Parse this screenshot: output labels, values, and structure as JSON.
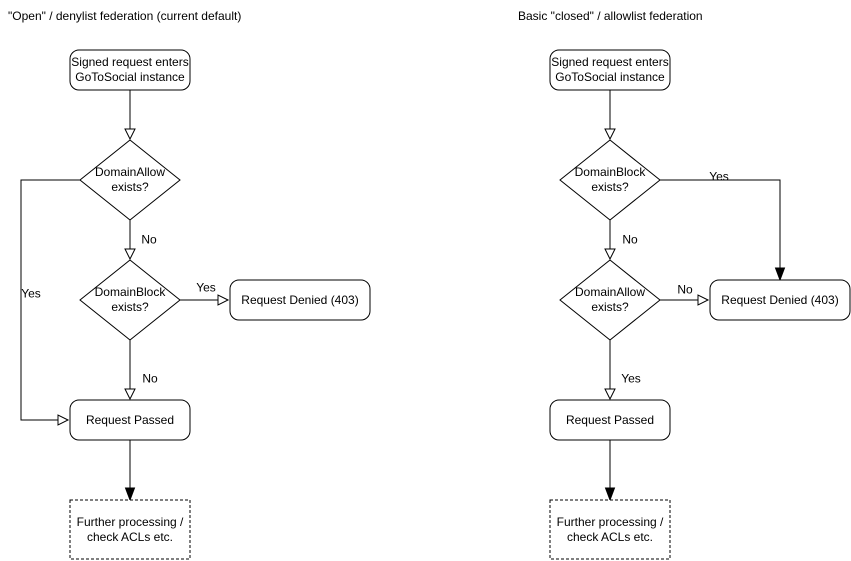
{
  "left": {
    "title": "\"Open\" / denylist federation (current default)",
    "nodes": {
      "start": "Signed request enters\nGoToSocial instance",
      "decision1": "DomainAllow\nexists?",
      "decision2": "DomainBlock\nexists?",
      "denied": "Request Denied (403)",
      "passed": "Request Passed",
      "further": "Further processing /\ncheck ACLs etc."
    },
    "labels": {
      "decision1_no": "No",
      "decision1_yes": "Yes",
      "decision2_yes": "Yes",
      "decision2_no": "No"
    }
  },
  "right": {
    "title": "Basic \"closed\" / allowlist federation",
    "nodes": {
      "start": "Signed request enters\nGoToSocial instance",
      "decision1": "DomainBlock\nexists?",
      "decision2": "DomainAllow\nexists?",
      "denied": "Request Denied (403)",
      "passed": "Request Passed",
      "further": "Further processing /\ncheck ACLs etc."
    },
    "labels": {
      "decision1_no": "No",
      "decision1_yes": "Yes",
      "decision2_no": "No",
      "decision2_yes": "Yes"
    }
  },
  "colors": {
    "stroke": "#000000",
    "node_fill": "#ffffff",
    "text": "#000000",
    "background": "#ffffff"
  }
}
